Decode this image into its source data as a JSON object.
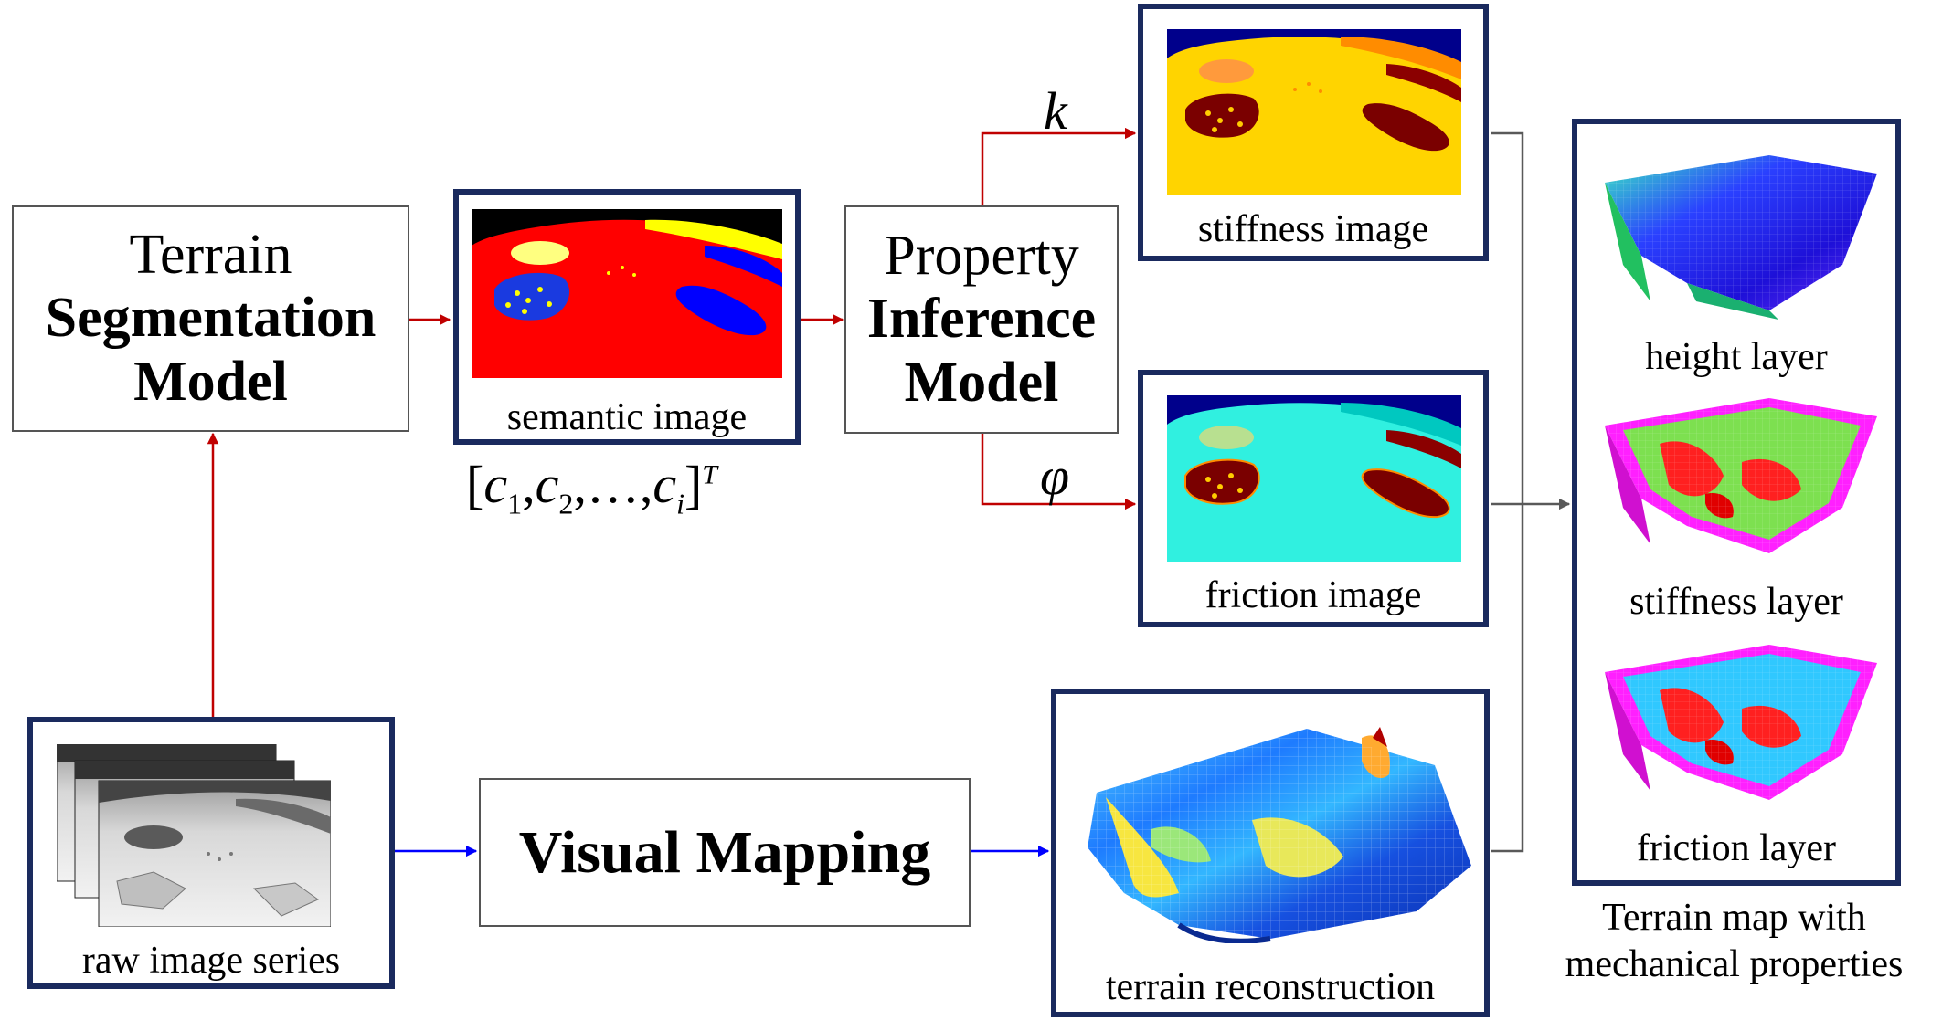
{
  "terrain_segmentation": {
    "line1": "Terrain",
    "line2": "Segmentation",
    "line3": "Model"
  },
  "semantic_image": {
    "caption": "semantic image",
    "vector_open": "[",
    "c": "c",
    "sub1": "1",
    "sub2": "2",
    "subi": "i",
    "comma": ",",
    "ellipsis": "…,",
    "vector_close": "]",
    "sup_T": "T"
  },
  "property_inference": {
    "line1": "Property",
    "line2": "Inference",
    "line3": "Model"
  },
  "stiffness_image": {
    "caption": "stiffness image",
    "symbol": "k"
  },
  "friction_image": {
    "caption": "friction image",
    "symbol": "φ"
  },
  "raw_images": {
    "caption": "raw image series"
  },
  "visual_mapping": {
    "label": "Visual Mapping"
  },
  "terrain_reconstruction": {
    "caption": "terrain reconstruction"
  },
  "terrain_map": {
    "height_caption": "height layer",
    "stiffness_caption": "stiffness layer",
    "friction_caption": "friction layer",
    "title_line1": "Terrain map with",
    "title_line2": "mechanical properties"
  },
  "colors": {
    "red_arrow": "#c00000",
    "blue_arrow": "#0000ff",
    "gray_arrow": "#595959",
    "thick_border": "#1a2a5e"
  }
}
